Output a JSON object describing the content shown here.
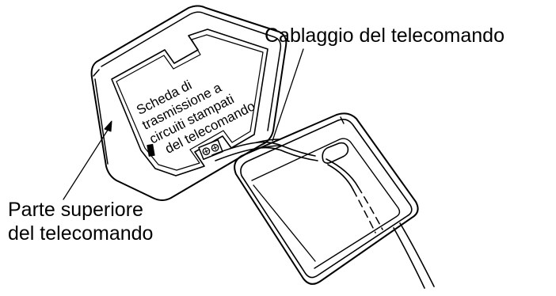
{
  "labels": {
    "cable": "Cablaggio del telecomando",
    "top_part_line1": "Parte superiore",
    "top_part_line2": "del telecomando"
  },
  "board_text": [
    "Scheda di",
    "trasmissione a",
    "circuiti stampati",
    "del telecomando"
  ],
  "colors": {
    "line": "#000000",
    "background": "#ffffff"
  }
}
